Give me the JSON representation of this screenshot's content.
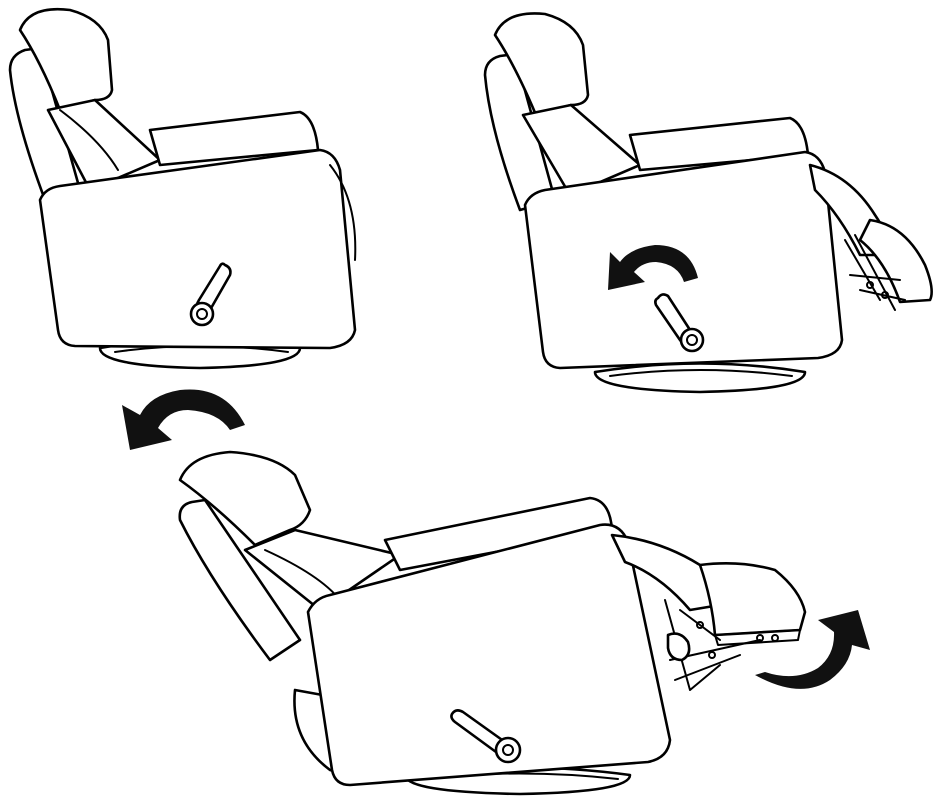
{
  "figure": {
    "panels": [
      {
        "state": "upright",
        "handle": "rest",
        "arrow": "none"
      },
      {
        "state": "footrest-raised",
        "handle": "pulled-back",
        "arrow": "counter-clockwise"
      },
      {
        "state": "fully-reclined",
        "handle": "pulled-back",
        "arrow": "footrest-up"
      }
    ],
    "transition_arrow": "arrow-left-curved",
    "colors": {
      "line": "#000000",
      "fill": "#ffffff",
      "arrow": "#111111"
    }
  }
}
